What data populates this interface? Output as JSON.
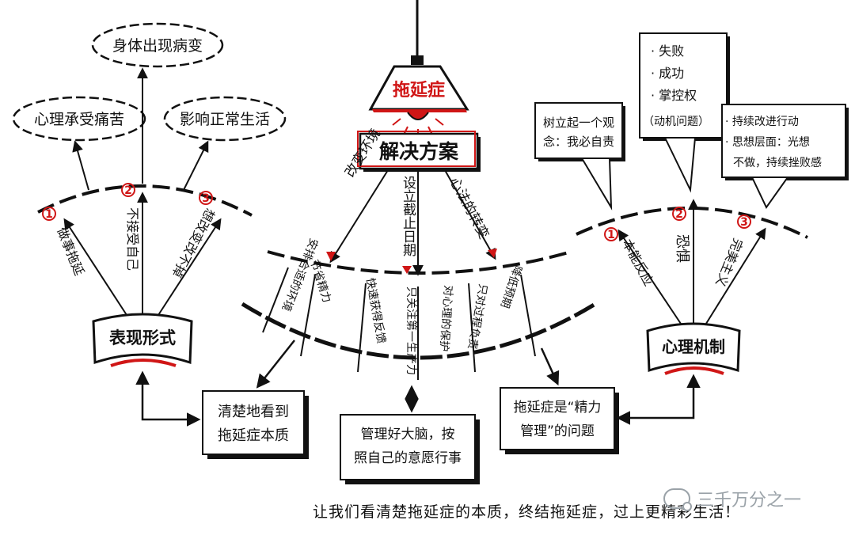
{
  "lamp": {
    "label": "拖延症"
  },
  "center": {
    "title": "解决方案",
    "spokes": [
      "改变环境",
      "设立截止日期",
      "心法的转变"
    ],
    "rim": [
      "安排合适的环境",
      "节省精力",
      "快速获得反馈",
      "只关注第一生产力",
      "对心理的保护",
      "只对过程负责",
      "降低预期"
    ]
  },
  "left": {
    "hub": "表现形式",
    "nums": [
      "1",
      "2",
      "3"
    ],
    "spokes": [
      "做事拖延",
      "不接受自己",
      "想改变改不掉"
    ],
    "clouds": [
      "身体出现病变",
      "心理承受痛苦",
      "影响正常生活"
    ]
  },
  "right": {
    "hub": "心理机制",
    "nums": [
      "1",
      "2",
      "3"
    ],
    "spokes": [
      "本能反应",
      "恐惧",
      "完美主义"
    ],
    "note1": [
      "树立起一个观",
      "念：我必自责"
    ],
    "note2": [
      "· 失败",
      "· 成功",
      "· 掌控权",
      "（动机问题）"
    ],
    "note3": [
      "· 持续改进行动",
      "· 思想层面：光想",
      "不做，持续挫败感"
    ]
  },
  "boxes": {
    "left": [
      "清楚地看到",
      "拖延症本质"
    ],
    "middle": [
      "管理好大脑，按",
      "照自己的意愿行事"
    ],
    "right": [
      "拖延症是“精力",
      "管理”的问题"
    ]
  },
  "footer": {
    "text": "让我们看清楚拖延症的本质，终结拖延症，过上更精彩生活！"
  },
  "watermark": {
    "text": "三千万分之一"
  },
  "colors": {
    "accent": "#d01616",
    "ink": "#111111"
  }
}
